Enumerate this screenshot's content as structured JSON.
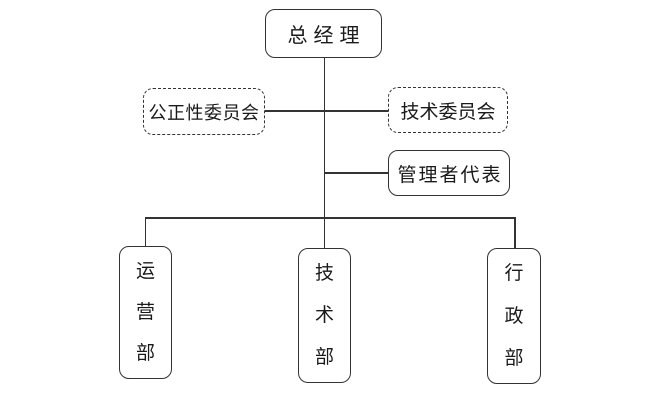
{
  "org_chart": {
    "general_manager": {
      "label": "总经理"
    },
    "committees": [
      {
        "label": "公正性委员会",
        "style": "dashed"
      },
      {
        "label": "技术委员会",
        "style": "dashed"
      }
    ],
    "management_representative": {
      "label": "管理者代表"
    },
    "departments": [
      {
        "label": "运营部",
        "chars": [
          "运",
          "营",
          "部"
        ]
      },
      {
        "label": "技术部",
        "chars": [
          "技",
          "术",
          "部"
        ]
      },
      {
        "label": "行政部",
        "chars": [
          "行",
          "政",
          "部"
        ]
      }
    ],
    "colors": {
      "line": "#333333",
      "text": "#1a1a1a",
      "background": "#ffffff"
    }
  }
}
